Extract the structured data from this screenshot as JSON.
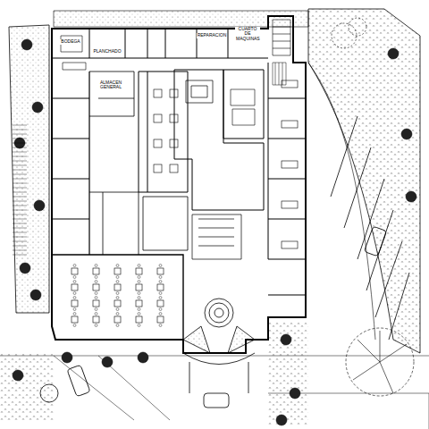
{
  "diagram": {
    "labels": [
      "BODEGA",
      "PLANCHADO",
      "REPARACION",
      "CUARTO DE MAQUINAS",
      "ALMACEN GENERAL"
    ]
  }
}
